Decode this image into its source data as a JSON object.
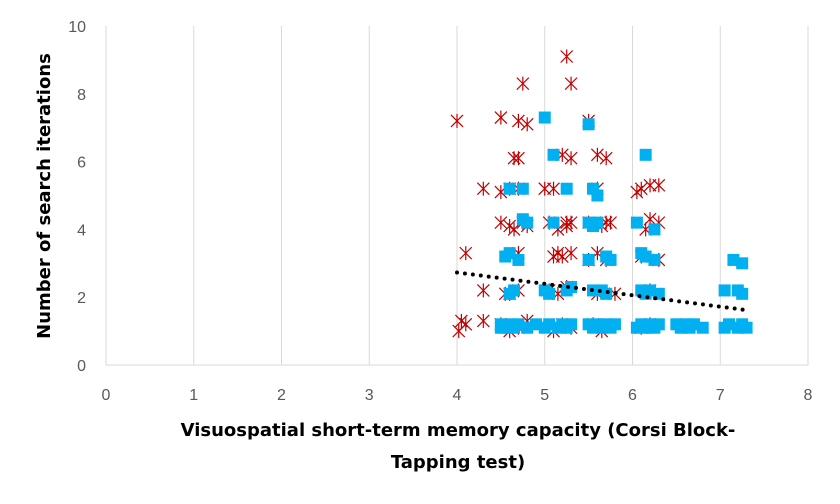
{
  "chart_data": {
    "type": "scatter",
    "title": "",
    "xlabel_lines": [
      "Visuospatial short-term memory capacity (Corsi Block-",
      "Tapping test)"
    ],
    "ylabel": "Number of search iterations",
    "xlim": [
      0,
      8
    ],
    "ylim": [
      0,
      10
    ],
    "xticks": [
      "0",
      "1",
      "2",
      "3",
      "4",
      "5",
      "6",
      "7",
      "8"
    ],
    "yticks": [
      "0",
      "2",
      "4",
      "6",
      "8",
      "10"
    ],
    "grid": "vertical",
    "colors": {
      "series_a": "#C00000",
      "series_b": "#00B0F0",
      "trend": "#000000"
    },
    "series": [
      {
        "marker": "asterisk",
        "points": [
          [
            4.0,
            7.2
          ],
          [
            4.02,
            1.0
          ],
          [
            4.05,
            1.3
          ],
          [
            4.1,
            3.3
          ],
          [
            4.1,
            1.2
          ],
          [
            4.3,
            5.2
          ],
          [
            4.3,
            2.2
          ],
          [
            4.3,
            1.3
          ],
          [
            4.5,
            7.3
          ],
          [
            4.5,
            5.1
          ],
          [
            4.5,
            4.2
          ],
          [
            4.5,
            1.2
          ],
          [
            4.55,
            2.1
          ],
          [
            4.6,
            5.2
          ],
          [
            4.6,
            4.1
          ],
          [
            4.6,
            2.1
          ],
          [
            4.6,
            1.0
          ],
          [
            4.65,
            6.1
          ],
          [
            4.65,
            4.0
          ],
          [
            4.7,
            6.1
          ],
          [
            4.7,
            7.2
          ],
          [
            4.7,
            5.2
          ],
          [
            4.7,
            3.3
          ],
          [
            4.7,
            2.2
          ],
          [
            4.7,
            1.1
          ],
          [
            4.75,
            8.3
          ],
          [
            4.75,
            4.2
          ],
          [
            4.8,
            7.1
          ],
          [
            4.8,
            4.1
          ],
          [
            4.8,
            1.3
          ],
          [
            5.0,
            5.2
          ],
          [
            5.05,
            4.2
          ],
          [
            5.05,
            2.2
          ],
          [
            5.1,
            5.2
          ],
          [
            5.1,
            3.2
          ],
          [
            5.1,
            1.0
          ],
          [
            5.15,
            4.0
          ],
          [
            5.15,
            3.3
          ],
          [
            5.15,
            2.1
          ],
          [
            5.2,
            6.2
          ],
          [
            5.2,
            3.2
          ],
          [
            5.2,
            1.2
          ],
          [
            5.25,
            9.1
          ],
          [
            5.25,
            4.2
          ],
          [
            5.25,
            4.1
          ],
          [
            5.25,
            2.3
          ],
          [
            5.3,
            8.3
          ],
          [
            5.3,
            6.1
          ],
          [
            5.3,
            4.2
          ],
          [
            5.3,
            3.3
          ],
          [
            5.3,
            1.1
          ],
          [
            5.5,
            7.2
          ],
          [
            5.5,
            4.2
          ],
          [
            5.5,
            3.1
          ],
          [
            5.55,
            1.2
          ],
          [
            5.6,
            6.2
          ],
          [
            5.6,
            5.2
          ],
          [
            5.6,
            3.3
          ],
          [
            5.6,
            2.1
          ],
          [
            5.65,
            4.1
          ],
          [
            5.65,
            1.0
          ],
          [
            5.7,
            6.1
          ],
          [
            5.7,
            4.2
          ],
          [
            5.7,
            3.1
          ],
          [
            5.75,
            4.2
          ],
          [
            5.8,
            2.1
          ],
          [
            6.05,
            5.1
          ],
          [
            6.1,
            5.2
          ],
          [
            6.1,
            3.2
          ],
          [
            6.1,
            1.1
          ],
          [
            6.15,
            4.0
          ],
          [
            6.2,
            5.3
          ],
          [
            6.2,
            4.3
          ],
          [
            6.2,
            2.2
          ],
          [
            6.2,
            1.2
          ],
          [
            6.3,
            5.3
          ],
          [
            6.3,
            4.2
          ],
          [
            6.3,
            3.1
          ]
        ]
      },
      {
        "marker": "square",
        "points": [
          [
            4.5,
            1.1
          ],
          [
            4.5,
            1.2
          ],
          [
            4.55,
            3.2
          ],
          [
            4.55,
            1.1
          ],
          [
            4.6,
            5.2
          ],
          [
            4.6,
            3.3
          ],
          [
            4.6,
            2.1
          ],
          [
            4.6,
            1.2
          ],
          [
            4.65,
            2.2
          ],
          [
            4.65,
            1.1
          ],
          [
            4.7,
            3.1
          ],
          [
            4.7,
            1.2
          ],
          [
            4.75,
            5.2
          ],
          [
            4.75,
            4.3
          ],
          [
            4.8,
            4.2
          ],
          [
            4.8,
            1.1
          ],
          [
            4.9,
            1.2
          ],
          [
            5.0,
            7.3
          ],
          [
            5.0,
            2.2
          ],
          [
            5.0,
            1.1
          ],
          [
            5.05,
            2.1
          ],
          [
            5.05,
            1.2
          ],
          [
            5.1,
            6.2
          ],
          [
            5.1,
            4.2
          ],
          [
            5.15,
            1.1
          ],
          [
            5.2,
            1.2
          ],
          [
            5.25,
            5.2
          ],
          [
            5.25,
            2.2
          ],
          [
            5.25,
            1.1
          ],
          [
            5.3,
            2.3
          ],
          [
            5.3,
            1.2
          ],
          [
            5.5,
            7.1
          ],
          [
            5.5,
            4.2
          ],
          [
            5.5,
            3.1
          ],
          [
            5.5,
            1.2
          ],
          [
            5.55,
            5.2
          ],
          [
            5.55,
            4.1
          ],
          [
            5.55,
            2.2
          ],
          [
            5.55,
            1.1
          ],
          [
            5.6,
            5.0
          ],
          [
            5.6,
            4.2
          ],
          [
            5.6,
            1.2
          ],
          [
            5.65,
            2.2
          ],
          [
            5.65,
            1.1
          ],
          [
            5.7,
            3.2
          ],
          [
            5.7,
            2.1
          ],
          [
            5.7,
            1.2
          ],
          [
            5.75,
            3.1
          ],
          [
            5.75,
            1.1
          ],
          [
            5.8,
            1.2
          ],
          [
            6.05,
            4.2
          ],
          [
            6.05,
            1.1
          ],
          [
            6.1,
            3.3
          ],
          [
            6.1,
            2.2
          ],
          [
            6.1,
            1.2
          ],
          [
            6.15,
            6.2
          ],
          [
            6.15,
            3.2
          ],
          [
            6.15,
            2.1
          ],
          [
            6.15,
            1.1
          ],
          [
            6.2,
            2.2
          ],
          [
            6.2,
            1.2
          ],
          [
            6.25,
            4.0
          ],
          [
            6.25,
            3.1
          ],
          [
            6.25,
            1.1
          ],
          [
            6.3,
            2.1
          ],
          [
            6.3,
            1.2
          ],
          [
            6.5,
            1.2
          ],
          [
            6.55,
            1.1
          ],
          [
            6.6,
            1.2
          ],
          [
            6.65,
            1.1
          ],
          [
            6.7,
            1.2
          ],
          [
            6.8,
            1.1
          ],
          [
            7.05,
            2.2
          ],
          [
            7.05,
            1.1
          ],
          [
            7.1,
            1.2
          ],
          [
            7.15,
            3.1
          ],
          [
            7.2,
            2.2
          ],
          [
            7.2,
            1.1
          ],
          [
            7.25,
            3.0
          ],
          [
            7.25,
            2.1
          ],
          [
            7.25,
            1.2
          ],
          [
            7.3,
            1.1
          ]
        ]
      }
    ],
    "trendline": {
      "style": "dotted",
      "x": [
        4.0,
        7.3
      ],
      "y": [
        2.73,
        1.62
      ]
    }
  }
}
